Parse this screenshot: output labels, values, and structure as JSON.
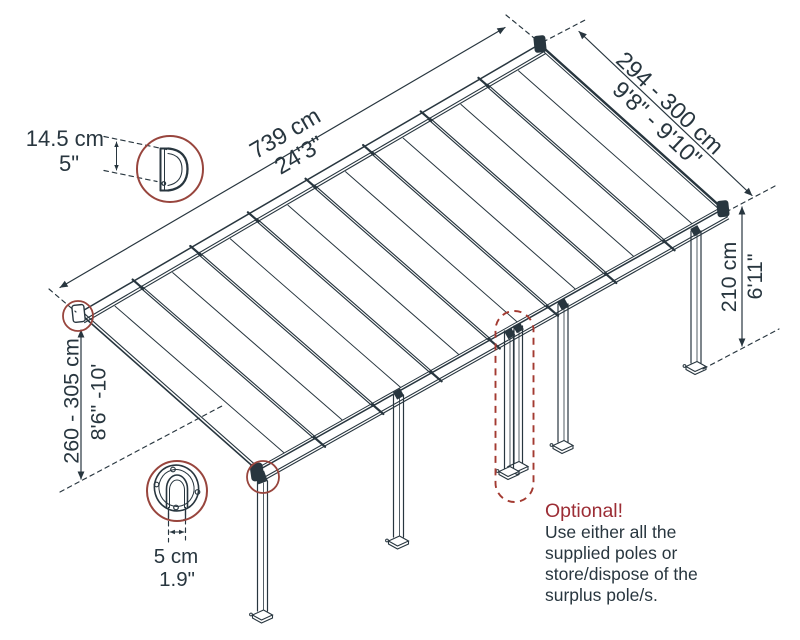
{
  "title": "Patio cover dimensions diagram",
  "colors": {
    "ink": "#28363f",
    "accent_circle": "#98453d",
    "accent_dashed": "#a33a31",
    "accent_text": "#9c2d35",
    "background": "#ffffff"
  },
  "dimensions": {
    "length": {
      "metric": "739 cm",
      "imperial": "24'3\""
    },
    "depth": {
      "metric": "294 - 300 cm",
      "imperial": "9'8\" - 9'10\""
    },
    "front_height": {
      "metric": "210 cm",
      "imperial": "6'11\""
    },
    "back_height": {
      "metric": "260 - 305 cm",
      "imperial": "8'6\" -10'"
    },
    "profile_height": {
      "metric": "14.5 cm",
      "imperial": "5\""
    },
    "pole_width": {
      "metric": "5 cm",
      "imperial": "1.9\""
    }
  },
  "note": {
    "title": "Optional!",
    "line1": "Use either all the",
    "line2": "supplied poles or",
    "line3": "store/dispose of the",
    "line4": "surplus pole/s."
  }
}
